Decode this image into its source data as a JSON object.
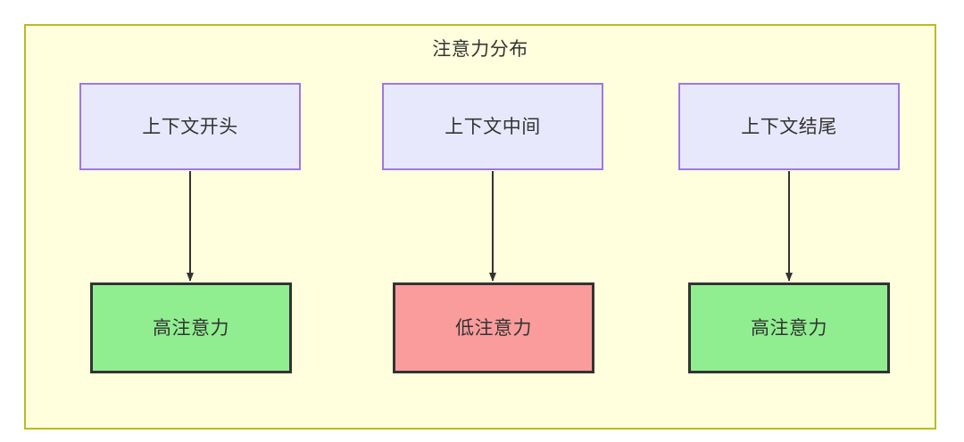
{
  "diagram": {
    "title": "注意力分布",
    "background_color": "#ffffdd",
    "border_color": "#bfb829",
    "text_color": "#333333",
    "context_node_fill": "#e8e8fd",
    "context_node_border": "#9d78e0",
    "high_attention_fill": "#90ee90",
    "low_attention_fill": "#fa9c9c",
    "attention_node_border": "#333333",
    "edge_color": "#333333",
    "nodes": {
      "context": [
        {
          "id": "ctx-start",
          "label": "上下文开头"
        },
        {
          "id": "ctx-middle",
          "label": "上下文中间"
        },
        {
          "id": "ctx-end",
          "label": "上下文结尾"
        }
      ],
      "attention": [
        {
          "id": "att-left",
          "label": "高注意力",
          "level": "high"
        },
        {
          "id": "att-mid",
          "label": "低注意力",
          "level": "low"
        },
        {
          "id": "att-right",
          "label": "高注意力",
          "level": "high"
        }
      ]
    },
    "edges": [
      {
        "from": "上下文开头",
        "to": "高注意力"
      },
      {
        "from": "上下文中间",
        "to": "低注意力"
      },
      {
        "from": "上下文结尾",
        "to": "高注意力"
      }
    ]
  }
}
